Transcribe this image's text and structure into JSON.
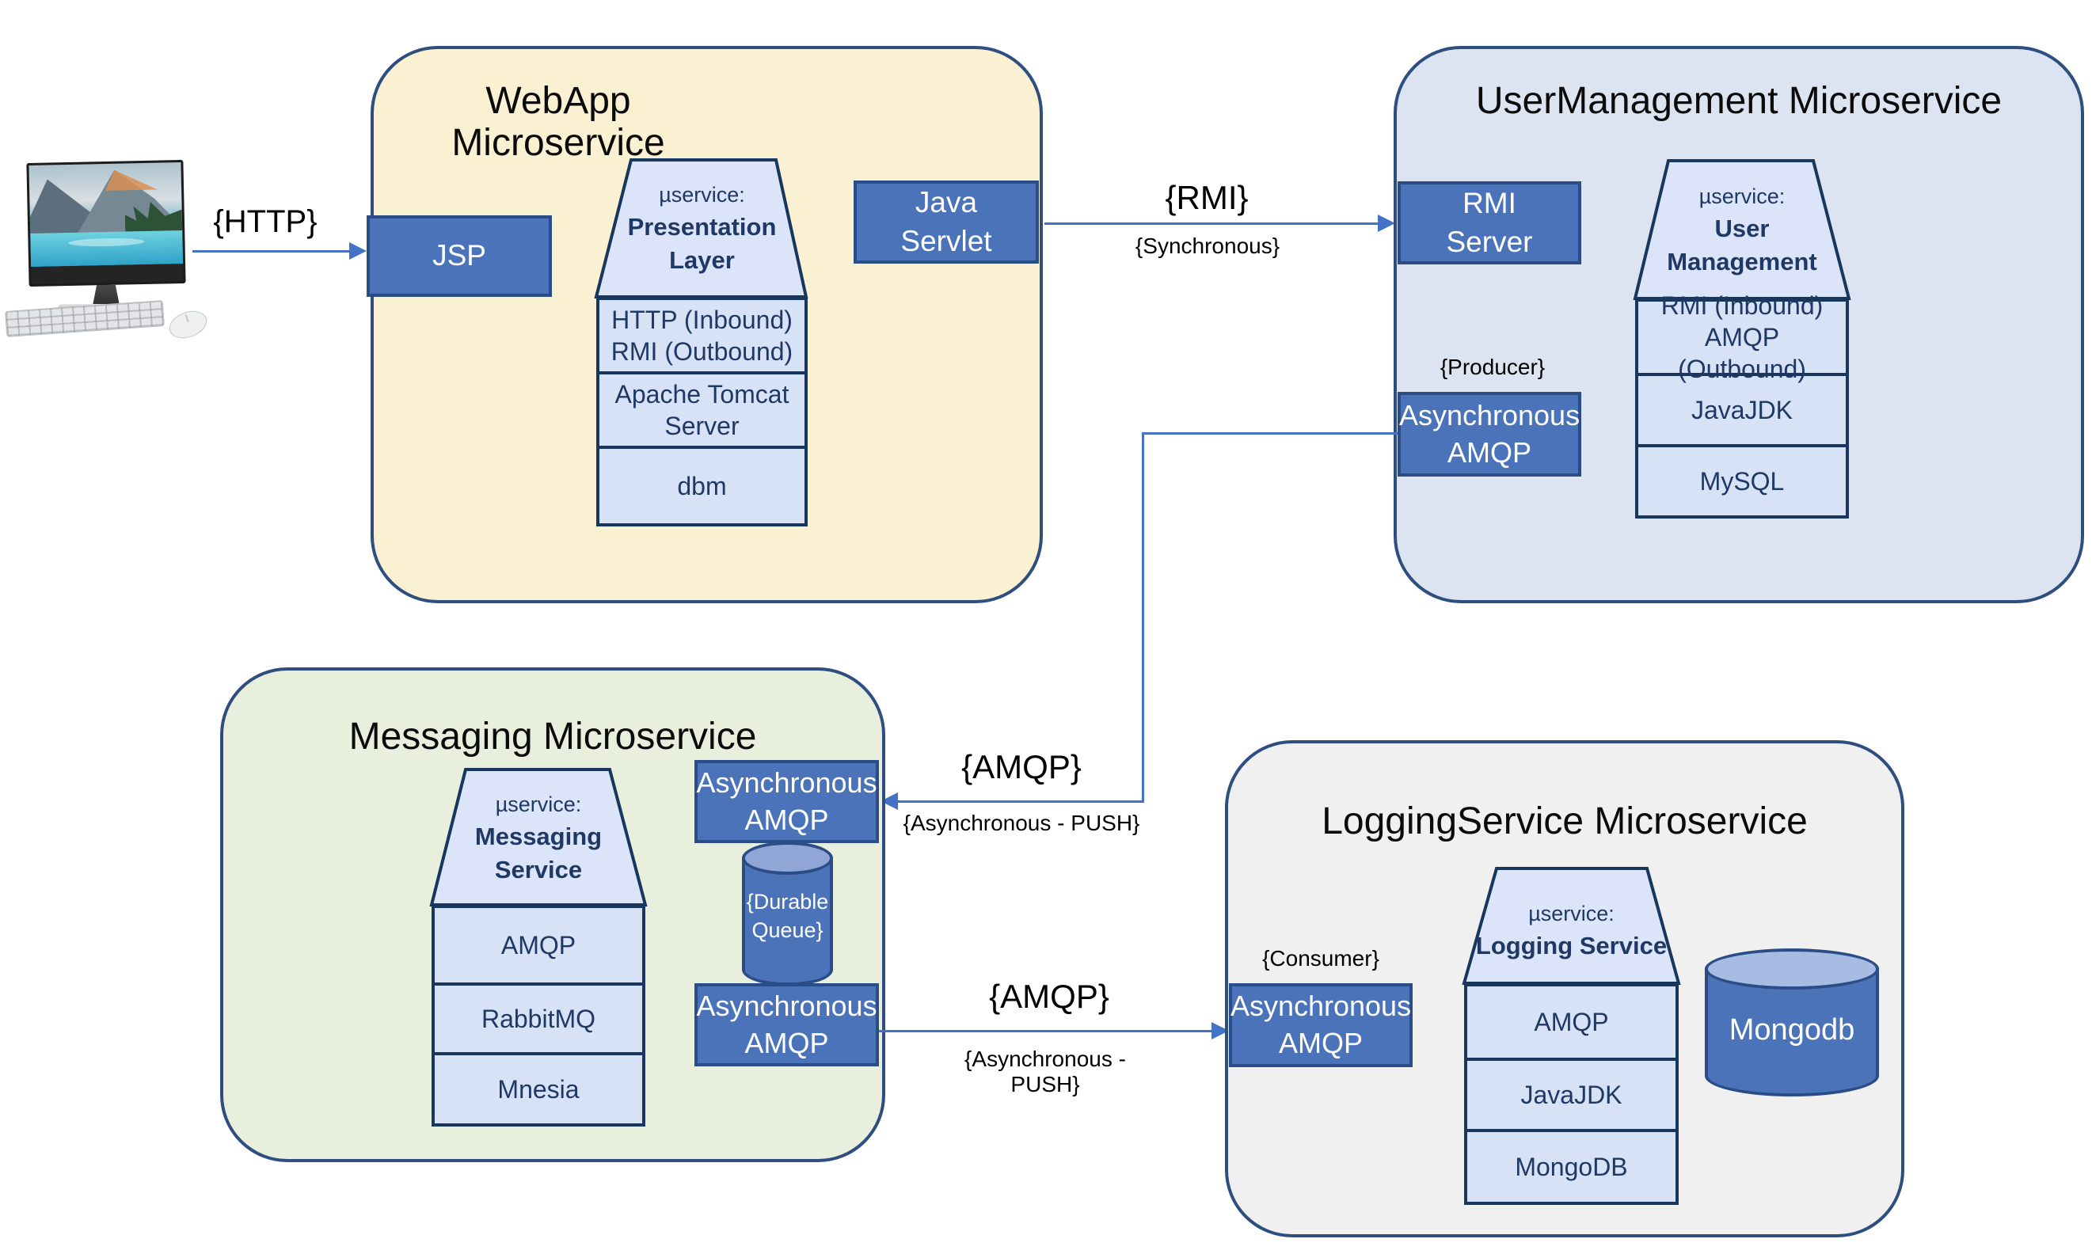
{
  "client": {
    "http_label": "{HTTP}"
  },
  "webapp": {
    "title": "WebApp Microservice",
    "jsp_label": "JSP",
    "java_servlet_label": "Java\nServlet",
    "service": {
      "prefix": "µservice:",
      "name": "Presentation\nLayer"
    },
    "stack_rows": [
      "HTTP (Inbound)\nRMI (Outbound)",
      "Apache Tomcat\nServer",
      "dbm"
    ]
  },
  "rmi_link": {
    "label": "{RMI}",
    "sublabel": "{Synchronous}"
  },
  "usermanagement": {
    "title": "UserManagement Microservice",
    "rmi_server_label": "RMI\nServer",
    "producer_label": "{Producer}",
    "async_amqp_label": "Asynchronous\nAMQP",
    "service": {
      "prefix": "µservice:",
      "name": "User\nManagement"
    },
    "stack_rows": [
      "RMI (Inbound)\nAMQP (Outbound)",
      "JavaJDK",
      "MySQL"
    ]
  },
  "amqp_link_in": {
    "label": "{AMQP}",
    "sublabel": "{Asynchronous - PUSH}"
  },
  "messaging": {
    "title": "Messaging Microservice",
    "async_amqp_in_label": "Asynchronous\nAMQP",
    "durable_queue_label": "{Durable\nQueue}",
    "async_amqp_out_label": "Asynchronous\nAMQP",
    "service": {
      "prefix": "µservice:",
      "name": "Messaging\nService"
    },
    "stack_rows": [
      "AMQP",
      "RabbitMQ",
      "Mnesia"
    ]
  },
  "amqp_link_out": {
    "label": "{AMQP}",
    "sublabel": "{Asynchronous - PUSH}"
  },
  "logging": {
    "title": "LoggingService Microservice",
    "consumer_label": "{Consumer}",
    "async_amqp_label": "Asynchronous\nAMQP",
    "service": {
      "prefix": "µservice:",
      "name": "Logging Service"
    },
    "stack_rows": [
      "AMQP",
      "JavaJDK",
      "MongoDB"
    ],
    "mongodb_label": "Mongodb"
  },
  "colors": {
    "arrow": "#4472c4",
    "container_border": "#2e4e80",
    "dark_box_fill": "#4a73b9",
    "dark_box_border": "#2b4d87",
    "stack_fill": "#d8e2f7",
    "stack_border": "#17375e",
    "webapp_bg": "#faf0d2",
    "usermanagement_bg": "#dde4f1",
    "messaging_bg": "#e9efdd",
    "logging_bg": "#f0f0f0",
    "cylinder_top": "#a8bbe2"
  }
}
